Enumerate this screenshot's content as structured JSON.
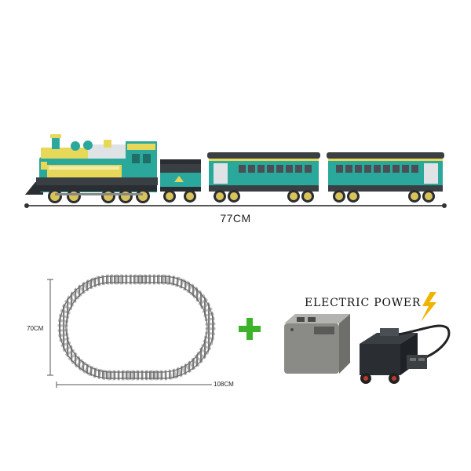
{
  "train": {
    "total_length_label": "77CM"
  },
  "track": {
    "height_label": "70CM",
    "width_label": "108CM"
  },
  "power": {
    "title": "ELECTRIC POWER",
    "plus_icon": "plus-icon",
    "bolt_icon": "lightning-bolt-icon"
  },
  "colors": {
    "train_teal": "#2ba89c",
    "train_yellow": "#e8d85a",
    "train_dark": "#3a3f44",
    "plus_green": "#3cb32a",
    "bolt_yellow": "#f0b400",
    "battery_box": "#8a8a86",
    "dimension_line": "#555555"
  }
}
